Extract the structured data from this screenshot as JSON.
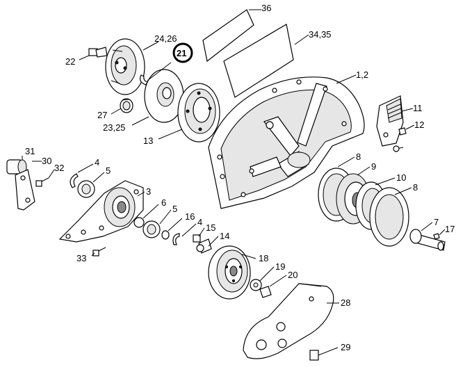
{
  "callouts": [
    {
      "id": "c36",
      "text": "36"
    },
    {
      "id": "c3435",
      "text": "34,35"
    },
    {
      "id": "c2426",
      "text": "24,26"
    },
    {
      "id": "c21",
      "text": "21",
      "highlighted": true
    },
    {
      "id": "c22",
      "text": "22"
    },
    {
      "id": "c12",
      "text": "1,2"
    },
    {
      "id": "c27",
      "text": "27"
    },
    {
      "id": "c2325",
      "text": "23,25"
    },
    {
      "id": "c13",
      "text": "13"
    },
    {
      "id": "c11",
      "text": "11"
    },
    {
      "id": "c12b",
      "text": "12"
    },
    {
      "id": "c31",
      "text": "31"
    },
    {
      "id": "c30",
      "text": "30"
    },
    {
      "id": "c32",
      "text": "32"
    },
    {
      "id": "c4a",
      "text": "4"
    },
    {
      "id": "c5a",
      "text": "5"
    },
    {
      "id": "c3",
      "text": "3"
    },
    {
      "id": "c6",
      "text": "6"
    },
    {
      "id": "c5b",
      "text": "5"
    },
    {
      "id": "c16",
      "text": "16"
    },
    {
      "id": "c4b",
      "text": "4"
    },
    {
      "id": "c15",
      "text": "15"
    },
    {
      "id": "c14",
      "text": "14"
    },
    {
      "id": "c8a",
      "text": "8"
    },
    {
      "id": "c9",
      "text": "9"
    },
    {
      "id": "c10",
      "text": "10"
    },
    {
      "id": "c8b",
      "text": "8"
    },
    {
      "id": "c7",
      "text": "7"
    },
    {
      "id": "c17",
      "text": "17"
    },
    {
      "id": "c33",
      "text": "33"
    },
    {
      "id": "c18",
      "text": "18"
    },
    {
      "id": "c19",
      "text": "19"
    },
    {
      "id": "c20",
      "text": "20"
    },
    {
      "id": "c28",
      "text": "28"
    },
    {
      "id": "c29",
      "text": "29"
    }
  ],
  "colors": {
    "line": "#000000",
    "background": "#ffffff",
    "shade": "#e6e6e6"
  }
}
